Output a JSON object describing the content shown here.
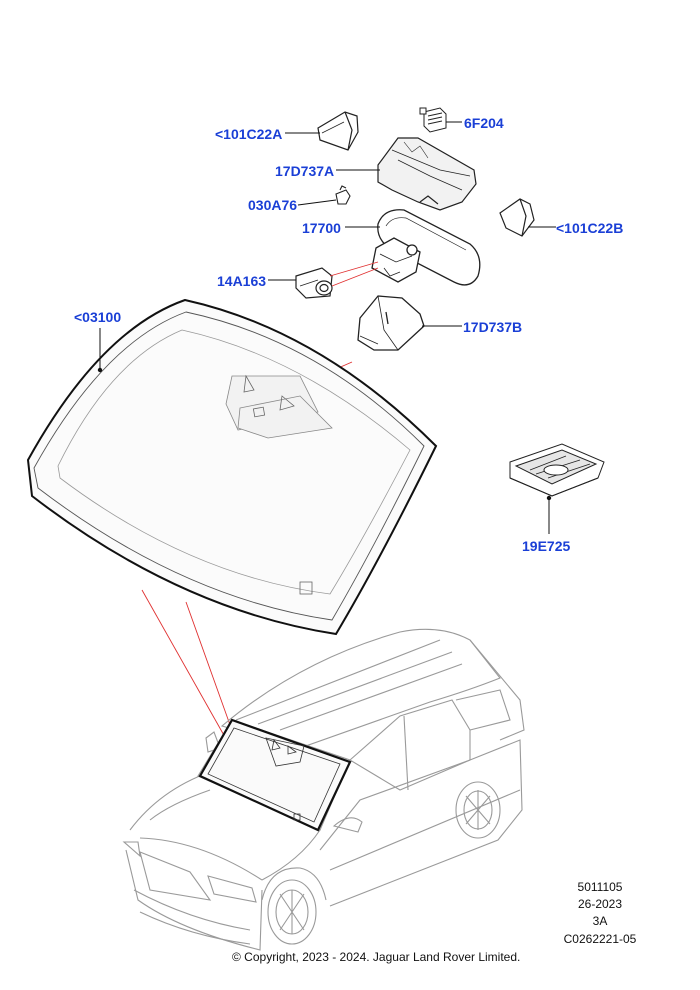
{
  "colors": {
    "callout": "#1a3fd6",
    "line": "#111111",
    "leader": "#e03030",
    "outline": "#9a9a9a",
    "glass": "#f6f6f6"
  },
  "callouts": {
    "c101C22A": "<101C22A",
    "c6F204": "6F204",
    "c17D737A": "17D737A",
    "c030A76": "030A76",
    "c101C22B": "<101C22B",
    "c17700": "17700",
    "c14A163": "14A163",
    "c03100": "<03100",
    "c17D737B": "17D737B",
    "c19E725": "19E725"
  },
  "meta": {
    "line1": "5011105",
    "line2": "26-2023",
    "line3": "3A",
    "line4": "C0262221-05"
  },
  "copyright": "© Copyright, 2023 - 2024. Jaguar Land Rover Limited."
}
